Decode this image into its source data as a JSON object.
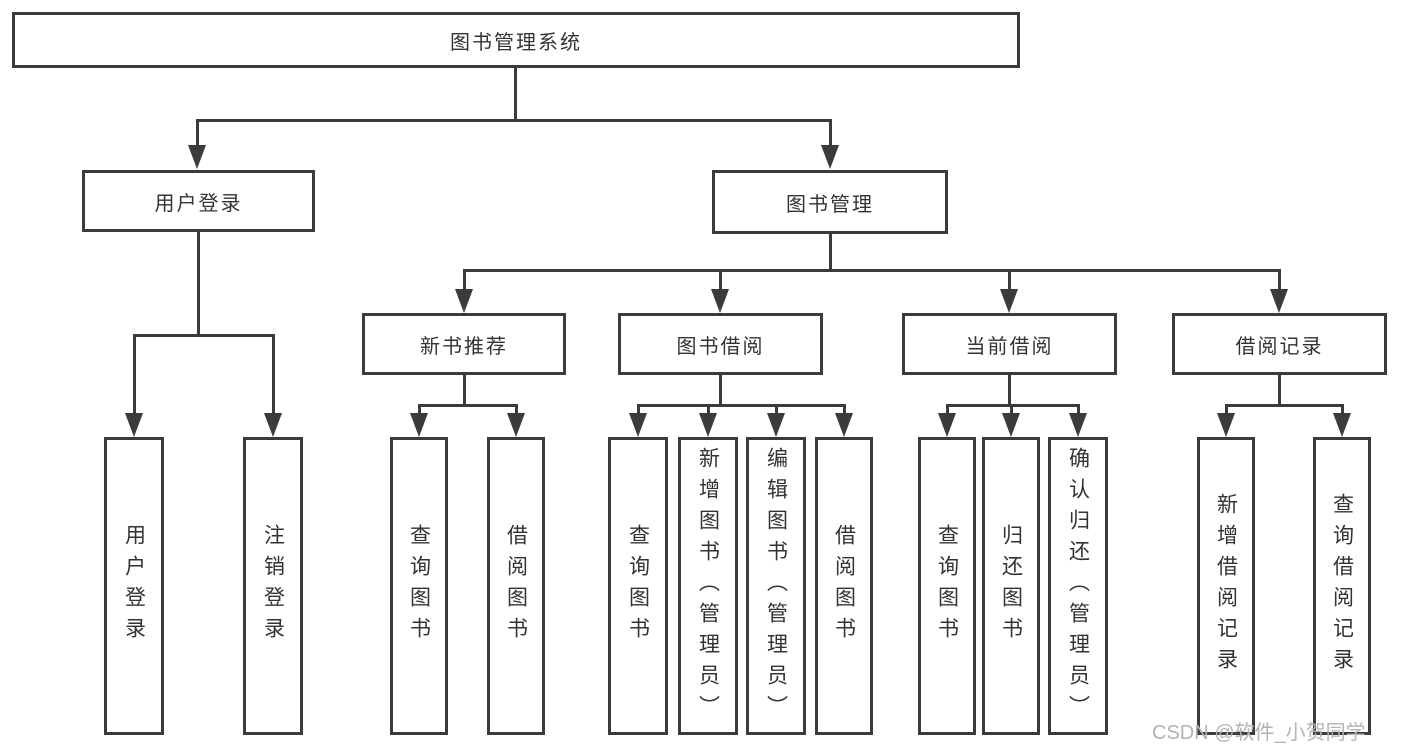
{
  "diagram": {
    "root": {
      "label": "图书管理系统"
    },
    "branches": [
      {
        "label": "用户登录",
        "children": [
          {
            "label": "用户登录"
          },
          {
            "label": "注销登录"
          }
        ]
      },
      {
        "label": "图书管理",
        "children": [
          {
            "label": "新书推荐",
            "children": [
              {
                "label": "查询图书"
              },
              {
                "label": "借阅图书"
              }
            ]
          },
          {
            "label": "图书借阅",
            "children": [
              {
                "label": "查询图书"
              },
              {
                "label": "新增图书（管理员）"
              },
              {
                "label": "编辑图书（管理员）"
              },
              {
                "label": "借阅图书"
              }
            ]
          },
          {
            "label": "当前借阅",
            "children": [
              {
                "label": "查询图书"
              },
              {
                "label": "归还图书"
              },
              {
                "label": "确认归还（管理员）"
              }
            ]
          },
          {
            "label": "借阅记录",
            "children": [
              {
                "label": "新增借阅记录"
              },
              {
                "label": "查询借阅记录"
              }
            ]
          }
        ]
      }
    ]
  },
  "watermark": "CSDN @软件_小贺同学",
  "colors": {
    "line": "#3b3b3b",
    "text": "#333333",
    "watermark": "#b3b3b3",
    "background": "#ffffff"
  }
}
